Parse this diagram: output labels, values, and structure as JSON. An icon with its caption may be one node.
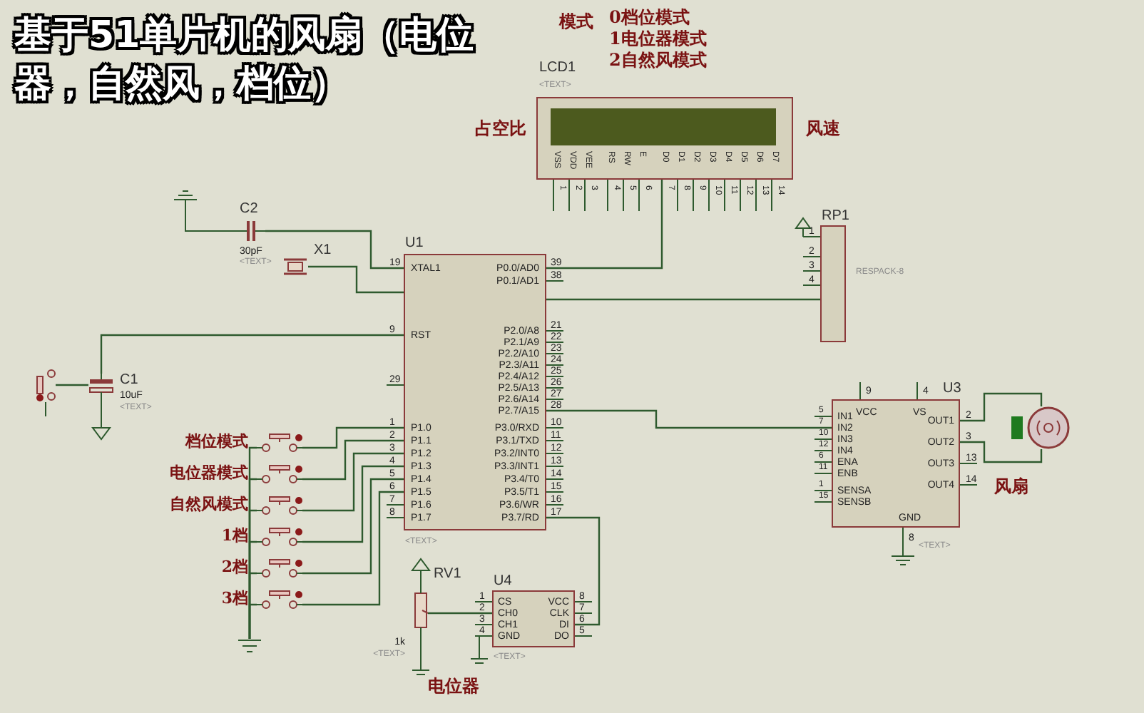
{
  "diagram": {
    "title": "基于51单片机的风扇（电位器，自然风，档位）",
    "nodes": [
      {
        "text": [
          "LCD1",
          "VSS",
          "VDD",
          "VEE",
          "RS",
          "RW",
          "E",
          "D0",
          "D1",
          "D2",
          "D3",
          "D4",
          "D5",
          "D6",
          "D7"
        ],
        "beside": [
          "<TEXT>",
          "1",
          "2",
          "3",
          "4",
          "5",
          "6",
          "7",
          "8",
          "9",
          "10",
          "11",
          "12",
          "13",
          "14",
          "占空比",
          "风速"
        ]
      },
      {
        "text": [
          "C2"
        ],
        "beside": [
          "30pF",
          "<TEXT>"
        ]
      },
      {
        "text": [
          "X1"
        ]
      },
      {
        "text": [
          "U1",
          "XTAL1",
          "P0.0/AD0",
          "P0.1/AD1",
          "RST",
          "P2.0/A8",
          "P2.1/A9",
          "P2.2/A10",
          "P2.3/A11",
          "P2.4/A12",
          "P2.5/A13",
          "P2.6/A14",
          "P2.7/A15",
          "P1.0",
          "P1.1",
          "P1.2",
          "P1.3",
          "P1.4",
          "P1.5",
          "P1.6",
          "P1.7",
          "P3.0/RXD",
          "P3.1/TXD",
          "P3.2/INT0",
          "P3.3/INT1",
          "P3.4/T0",
          "P3.5/T1",
          "P3.6/WR",
          "P3.7/RD"
        ],
        "beside": [
          "<TEXT>",
          "19",
          "39",
          "38",
          "9",
          "21",
          "22",
          "23",
          "24",
          "25",
          "26",
          "27",
          "28",
          "29",
          "1",
          "2",
          "3",
          "4",
          "5",
          "6",
          "7",
          "8",
          "10",
          "11",
          "12",
          "13",
          "14",
          "15",
          "16",
          "17"
        ]
      },
      {
        "text": [
          "RP1"
        ],
        "beside": [
          "RESPACK-8",
          "1",
          "2",
          "3",
          "4"
        ]
      },
      {
        "text": [],
        "shape": "switch"
      },
      {
        "text": [
          "C1",
          "10uF",
          "<TEXT>"
        ]
      },
      {
        "text": [],
        "shape": "switch",
        "beside": [
          "档位模式"
        ]
      },
      {
        "text": [],
        "shape": "switch",
        "beside": [
          "电位器模式"
        ]
      },
      {
        "text": [],
        "shape": "switch",
        "beside": [
          "自然风模式"
        ]
      },
      {
        "text": [],
        "shape": "switch",
        "beside": [
          "1档"
        ]
      },
      {
        "text": [],
        "shape": "switch",
        "beside": [
          "2档"
        ]
      },
      {
        "text": [],
        "shape": "switch",
        "beside": [
          "3档"
        ]
      },
      {
        "text": [
          "RV1"
        ],
        "beside": [
          "1k",
          "<TEXT>"
        ]
      },
      {
        "text": [
          "U4",
          "CS",
          "CH0",
          "CH1",
          "GND",
          "VCC",
          "CLK",
          "DI",
          "DO"
        ],
        "beside": [
          "<TEXT>",
          "1",
          "2",
          "3",
          "4",
          "8",
          "7",
          "6",
          "5"
        ]
      },
      {
        "text": [
          "U3",
          "VCC",
          "VS",
          "IN1",
          "IN2",
          "IN3",
          "IN4",
          "ENA",
          "ENB",
          "SENSA",
          "SENSB",
          "OUT1",
          "OUT2",
          "OUT3",
          "OUT4",
          "GND"
        ],
        "beside": [
          "<TEXT>",
          "9",
          "4",
          "5",
          "7",
          "10",
          "12",
          "6",
          "11",
          "1",
          "15",
          "2",
          "3",
          "13",
          "14",
          "8"
        ]
      },
      {
        "text": [],
        "shape": "circle"
      },
      {
        "text": [],
        "shape": "ground"
      }
    ],
    "edges": [
      {
        "from": 0,
        "to": 3,
        "arrow": "none"
      },
      {
        "from": 4,
        "to": 3,
        "arrow": "none"
      },
      {
        "from": 1,
        "to": 3,
        "arrow": "none"
      },
      {
        "from": 2,
        "to": 3,
        "arrow": "none"
      },
      {
        "from": 6,
        "to": 3,
        "arrow": "none"
      },
      {
        "from": 5,
        "to": 6,
        "arrow": "none"
      },
      {
        "from": 7,
        "to": 3,
        "arrow": "none"
      },
      {
        "from": 8,
        "to": 3,
        "arrow": "none"
      },
      {
        "from": 9,
        "to": 3,
        "arrow": "none"
      },
      {
        "from": 10,
        "to": 3,
        "arrow": "none"
      },
      {
        "from": 11,
        "to": 3,
        "arrow": "none"
      },
      {
        "from": 12,
        "to": 3,
        "arrow": "none"
      },
      {
        "from": 13,
        "to": 14,
        "arrow": "none"
      },
      {
        "from": 14,
        "to": 3,
        "arrow": "none"
      },
      {
        "from": 3,
        "to": 15,
        "arrow": "none"
      },
      {
        "from": 15,
        "to": 16,
        "arrow": "none"
      },
      {
        "from": 15,
        "to": 16,
        "arrow": "none"
      },
      {
        "from": 7,
        "to": 17,
        "arrow": "none"
      },
      {
        "from": 8,
        "to": 17,
        "arrow": "none"
      },
      {
        "from": 9,
        "to": 17,
        "arrow": "none"
      },
      {
        "from": 10,
        "to": 17,
        "arrow": "none"
      },
      {
        "from": 11,
        "to": 17,
        "arrow": "none"
      },
      {
        "from": 12,
        "to": 17,
        "arrow": "none"
      }
    ],
    "labels": [
      "模式",
      "0档位模式",
      "1电位器模式",
      "2自然风模式",
      "风扇",
      "电位器"
    ]
  }
}
